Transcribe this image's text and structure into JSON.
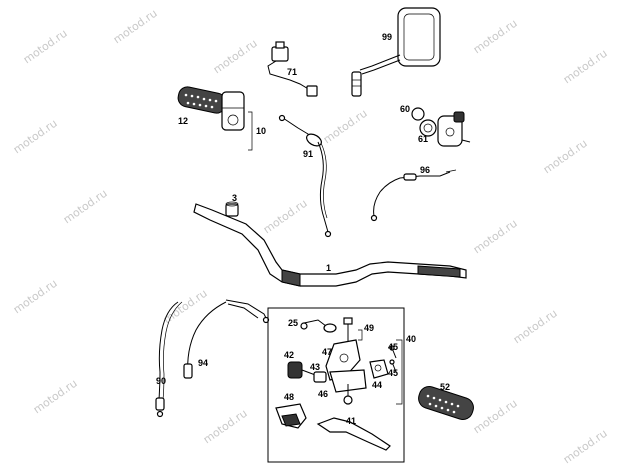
{
  "watermark": {
    "text": "motod.ru"
  },
  "callouts": {
    "c1": "1",
    "c3": "3",
    "c10": "10",
    "c12": "12",
    "c25": "25",
    "c40": "40",
    "c41": "41",
    "c42": "42",
    "c43": "43",
    "c44": "44",
    "c45a": "45",
    "c45b": "45",
    "c46": "46",
    "c47": "47",
    "c48": "48",
    "c49": "49",
    "c52": "52",
    "c60": "60",
    "c61": "61",
    "c71": "71",
    "c90": "90",
    "c91": "91",
    "c94": "94",
    "c96": "96",
    "c99": "99"
  }
}
